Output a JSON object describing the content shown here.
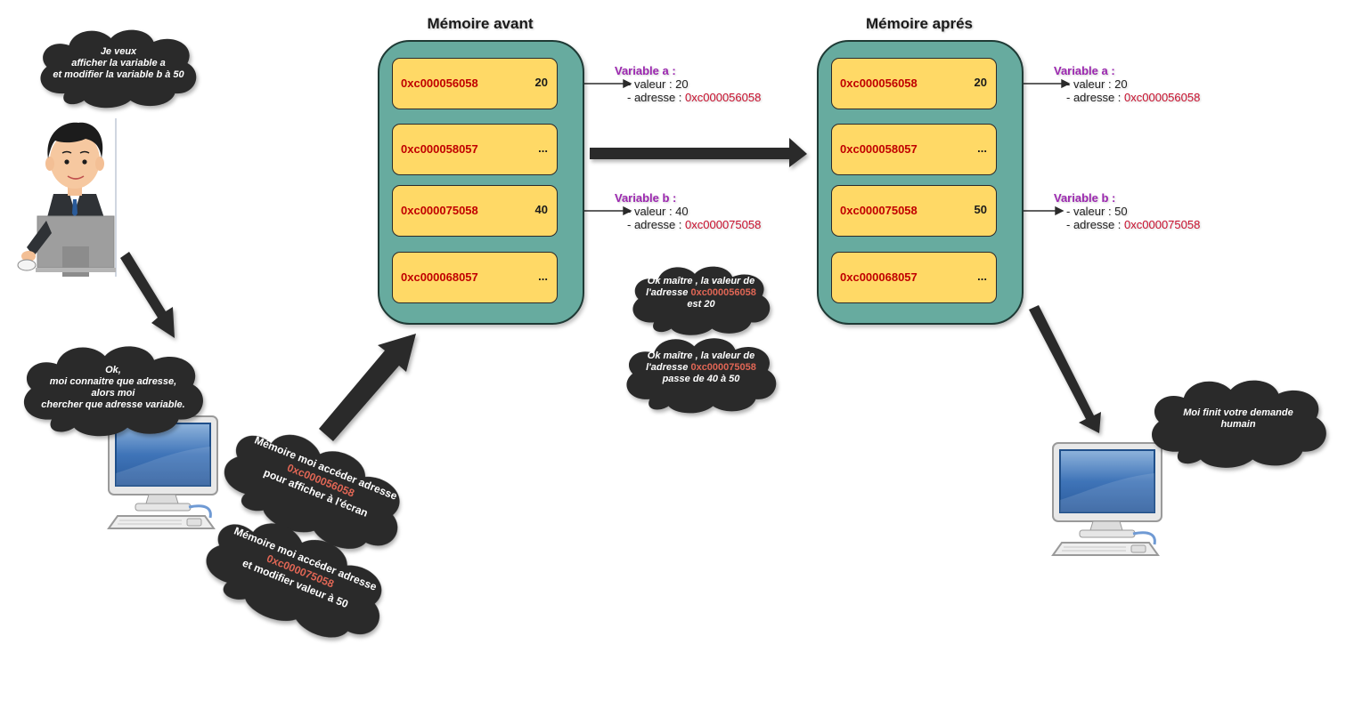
{
  "user_bubble": {
    "lines": [
      "Je veux",
      "afficher la variable a",
      "et modifier la variable b à 50"
    ]
  },
  "computer_bubble": {
    "lines": [
      "Ok,",
      "moi connaitre  que adresse,",
      "alors moi",
      "chercher que  adresse variable."
    ]
  },
  "request_bubbles": [
    {
      "line1": "Mémoire moi accéder adresse",
      "address": "0xc000056058",
      "line3": "pour afficher à l'écran"
    },
    {
      "line1": "Mémoire moi accéder adresse",
      "address": "0xc000075058",
      "line3": "et modifier valeur à 50"
    }
  ],
  "memory_before": {
    "title": "Mémoire avant",
    "cells": [
      {
        "address": "0xc000056058",
        "value": "20"
      },
      {
        "address": "0xc000058057",
        "value": "..."
      },
      {
        "address": "0xc000075058",
        "value": "40"
      },
      {
        "address": "0xc000068057",
        "value": "..."
      }
    ],
    "variables": [
      {
        "name": "Variable  a :",
        "value_label": "- valeur : 20",
        "address_label": "- adresse : ",
        "address": "0xc000056058"
      },
      {
        "name": "Variable  b :",
        "value_label": "- valeur : 40",
        "address_label": "- adresse : ",
        "address": "0xc000075058"
      }
    ]
  },
  "memory_after": {
    "title": "Mémoire aprés",
    "cells": [
      {
        "address": "0xc000056058",
        "value": "20"
      },
      {
        "address": "0xc000058057",
        "value": "..."
      },
      {
        "address": "0xc000075058",
        "value": "50"
      },
      {
        "address": "0xc000068057",
        "value": "..."
      }
    ],
    "variables": [
      {
        "name": "Variable  a :",
        "value_label": "- valeur : 20",
        "address_label": "- adresse : ",
        "address": "0xc000056058"
      },
      {
        "name": "Variable  b :",
        "value_label": "- valeur : 50",
        "address_label": "- adresse : ",
        "address": "0xc000075058"
      }
    ]
  },
  "memory_responses": [
    {
      "line1": "Ok maître , la valeur de",
      "prefix": "l'adresse  ",
      "address": "0xc000056058",
      "line3": "est 20"
    },
    {
      "line1": "Ok maître , la valeur de",
      "prefix": "l'adresse ",
      "address": "0xc000075058",
      "line3": "passe de 40 à 50"
    }
  ],
  "final_bubble": {
    "lines": [
      "Moi finit votre demande",
      "humain"
    ]
  },
  "colors": {
    "memory_panel": "#67ab9f",
    "cell": "#ffd966",
    "address": "#c00000",
    "variable_name": "#9c27b0",
    "cloud": "#2b2b2b",
    "arrow": "#2b2b2b"
  }
}
